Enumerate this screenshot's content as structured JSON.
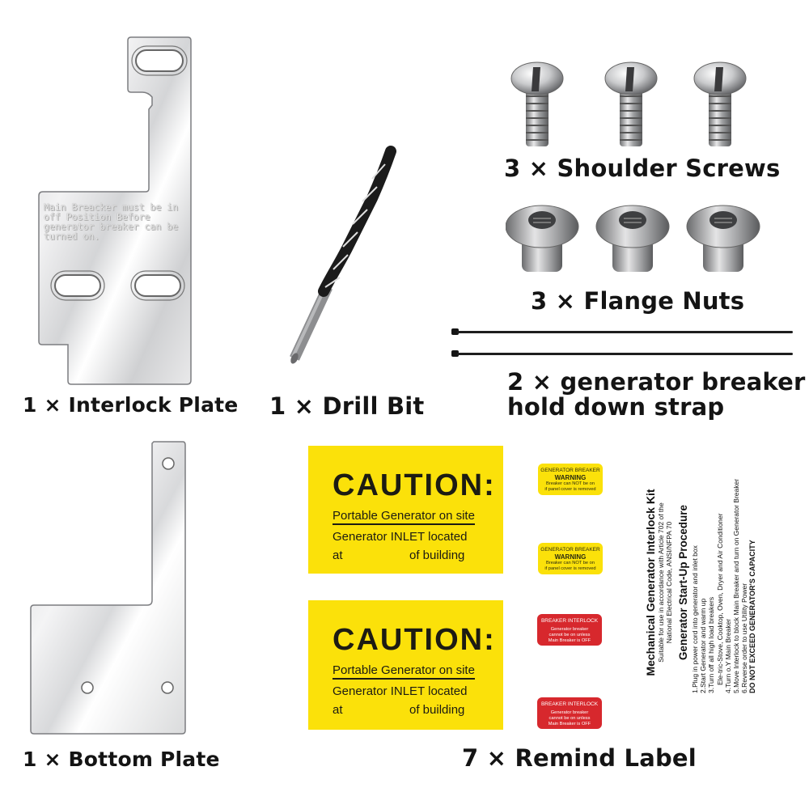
{
  "items": [
    {
      "id": "interlock_plate",
      "qty": "1",
      "caption": "1 × Interlock Plate",
      "engraving": [
        "Main Breacker must be in",
        "off Position Before",
        "generator breaker can  be",
        "turned on."
      ]
    },
    {
      "id": "drill_bit",
      "qty": "1",
      "caption": "1 × Drill Bit"
    },
    {
      "id": "shoulder_screws",
      "qty": "3",
      "caption": "3 × Shoulder Screws"
    },
    {
      "id": "flange_nuts",
      "qty": "3",
      "caption": "3 × Flange Nuts"
    },
    {
      "id": "hold_down_strap",
      "qty": "2",
      "caption_line1": "2 × generator breaker",
      "caption_line2": "hold down strap"
    },
    {
      "id": "bottom_plate",
      "qty": "1",
      "caption": "1 × Bottom Plate"
    },
    {
      "id": "remind_label",
      "qty": "7",
      "caption": "7 × Remind Label"
    }
  ],
  "caution_labels": [
    {
      "title": "CAUTION:",
      "line1": "Portable Generator on site",
      "line2": "Generator INLET located",
      "line3a": "at",
      "line3b": "of building"
    },
    {
      "title": "CAUTION:",
      "line1": "Portable Generator on site",
      "line2": "Generator INLET located",
      "line3a": "at",
      "line3b": "of building"
    }
  ],
  "warning_labels": [
    {
      "header": "GENERATOR BREAKER",
      "title": "WARNING",
      "body1": "Breaker can NOT be on",
      "body2": "if panel cover is removed"
    },
    {
      "header": "GENERATOR BREAKER",
      "title": "WARNING",
      "body1": "Breaker can NOT be on",
      "body2": "if panel cover is removed"
    }
  ],
  "interlock_labels": [
    {
      "header": "BREAKER INTERLOCK",
      "body1": "Generator breaker",
      "body2": "cannot be on unless",
      "body3": "Main Breaker is OFF"
    },
    {
      "header": "BREAKER INTERLOCK",
      "body1": "Generator breaker",
      "body2": "cannot be on unless",
      "body3": "Main Breaker is OFF"
    }
  ],
  "procedure_label": {
    "title": "Mechanical Generator Interlock Kit",
    "subtitle1": "Suitable for use in accordance with Article 702 of the",
    "subtitle2": "National Electrical Code, ANSI/NFPA 70",
    "heading": "Generator Start-Up Procedure",
    "steps": [
      "1.Plug in power cord into generator and inlet box",
      "2.Start Generator and warm up",
      "3.Turn off all high load breakers",
      "   Ele-tric-Stove, Cooktop, Oven, Dryer and Air Conditioner",
      "4.Turn o.Y Main Breaker",
      "5.Move Interlock to block Main Breaker and turn on Generator Breaker",
      "6.Reverse order to use Utility Power"
    ],
    "warning": "DO NOT EXCEED GENERATOR'S CAPACITY"
  },
  "colors": {
    "label_yellow": "#fbe10a",
    "label_red": "#d7282d",
    "text": "#141414",
    "background": "#ffffff"
  }
}
